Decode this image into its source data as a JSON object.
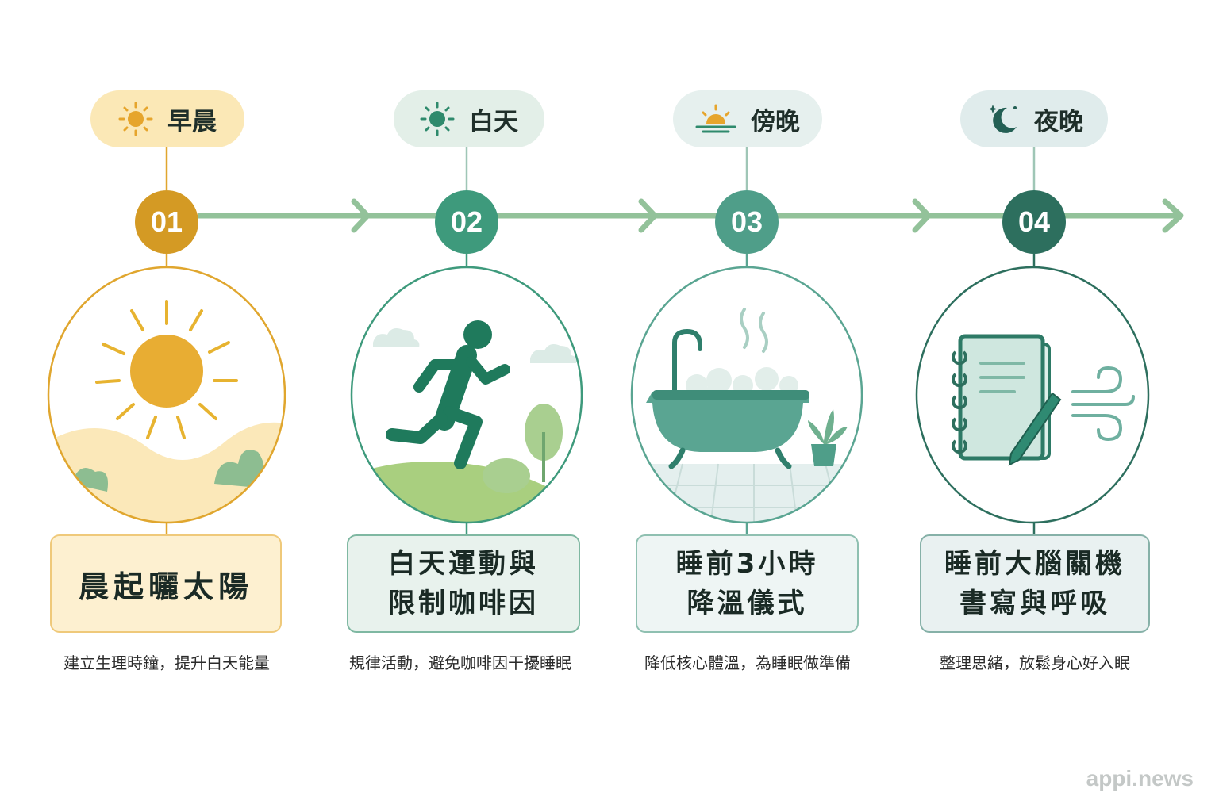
{
  "colors": {
    "morning": "#e0a62e",
    "day": "#3e9a7c",
    "evening": "#5aa592",
    "night": "#2d6f5e",
    "timeline": "#93c29a"
  },
  "steps": [
    {
      "period": "早晨",
      "period_icon": "sun-icon",
      "number": "01",
      "title_lines": [
        "晨起曬太陽"
      ],
      "caption": "建立生理時鐘，提升白天能量",
      "illustration": "sunrise-illustration"
    },
    {
      "period": "白天",
      "period_icon": "sun-icon",
      "number": "02",
      "title_lines": [
        "白天運動與",
        "限制咖啡因"
      ],
      "caption": "規律活動，避免咖啡因干擾睡眠",
      "illustration": "running-person-illustration"
    },
    {
      "period": "傍晚",
      "period_icon": "sunset-icon",
      "number": "03",
      "title_lines": [
        "睡前3小時",
        "降溫儀式"
      ],
      "caption": "降低核心體溫，為睡眠做準備",
      "illustration": "bathtub-illustration"
    },
    {
      "period": "夜晚",
      "period_icon": "moon-icon",
      "number": "04",
      "title_lines": [
        "睡前大腦關機",
        "書寫與呼吸"
      ],
      "caption": "整理思緒，放鬆身心好入眠",
      "illustration": "journal-breathing-illustration"
    }
  ],
  "watermark": "appi.news"
}
